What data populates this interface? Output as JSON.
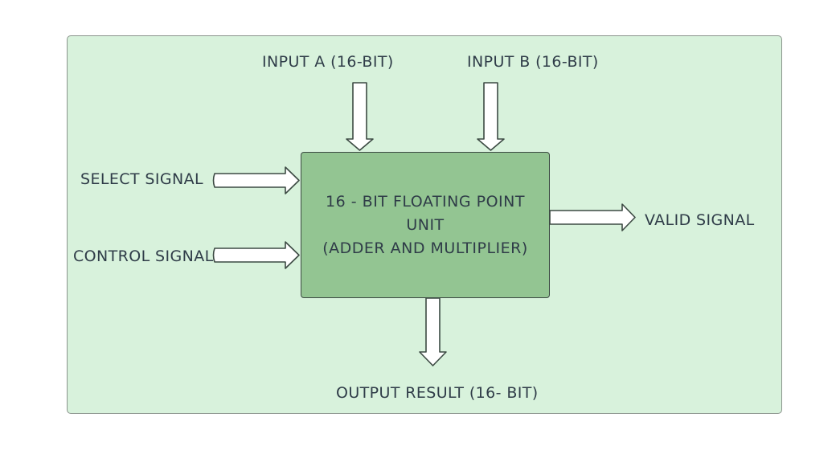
{
  "diagram": {
    "unit": {
      "line1": "16 - BIT FLOATING POINT",
      "line2": "UNIT",
      "line3": "(ADDER AND MULTIPLIER)"
    },
    "inputs": {
      "input_a": "INPUT A (16-BIT)",
      "input_b": "INPUT B (16-BIT)",
      "select_signal": "SELECT SIGNAL",
      "control_signal": "CONTROL SIGNAL"
    },
    "outputs": {
      "valid_signal": "VALID SIGNAL",
      "output_result": "OUTPUT RESULT (16- BIT)"
    },
    "colors": {
      "background": "#d8f2dc",
      "unit_fill": "#93c592",
      "arrow_fill": "#ffffff",
      "stroke": "#3c4a43",
      "text": "#2f3c48"
    }
  }
}
